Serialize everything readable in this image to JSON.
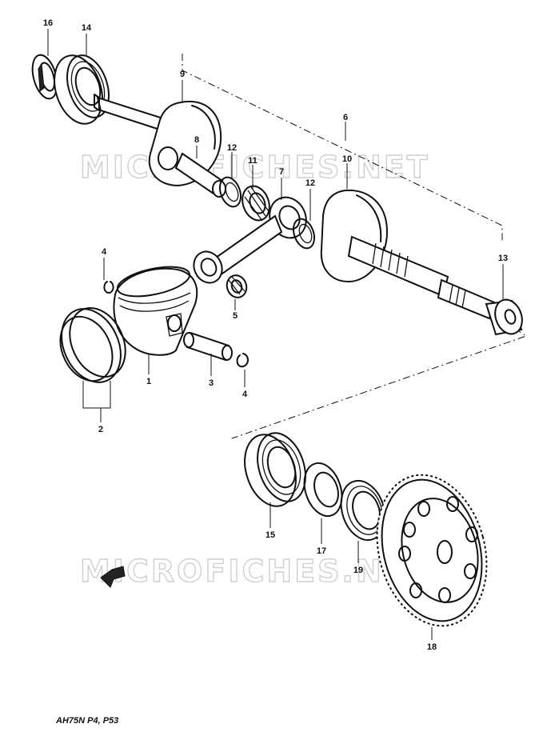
{
  "watermarks": [
    "MICROFICHES.NET",
    "MICROFICHES.NET"
  ],
  "parts": [
    "16",
    "14",
    "9",
    "8",
    "12",
    "11",
    "7",
    "6",
    "10",
    "12",
    "13",
    "4",
    "5",
    "1",
    "3",
    "4",
    "2",
    "15",
    "17",
    "19",
    "18"
  ],
  "model_code": "AH75N P4, P53",
  "colors": {
    "ink": "#111111",
    "watermark": "#cfcfcf",
    "background": "#ffffff"
  },
  "icons": {
    "front_arrow": "front-arrow-icon"
  }
}
